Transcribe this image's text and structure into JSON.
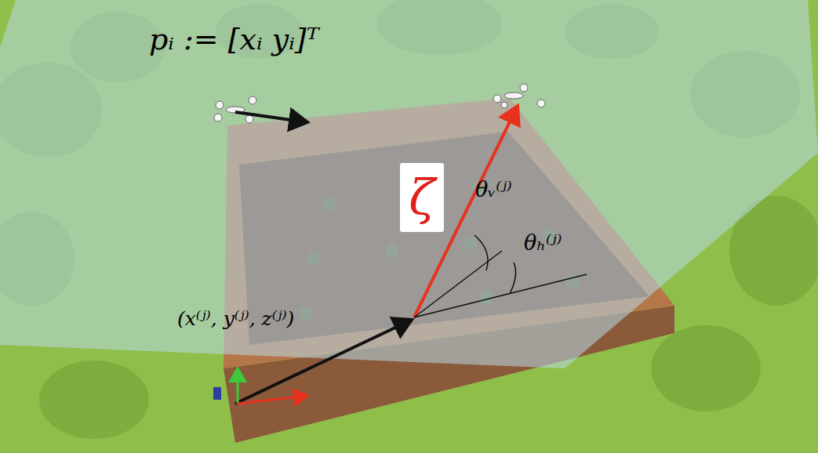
{
  "diagram": {
    "nodes": [
      {
        "text": [
          "ζ"
        ]
      }
    ],
    "labels": [
      "pᵢ := [xᵢ yᵢ]ᵀ",
      "θᵥ⁽ʲ⁾",
      "θₕ⁽ʲ⁾",
      "(x⁽ʲ⁾, y⁽ʲ⁾, z⁽ʲ⁾)"
    ]
  }
}
